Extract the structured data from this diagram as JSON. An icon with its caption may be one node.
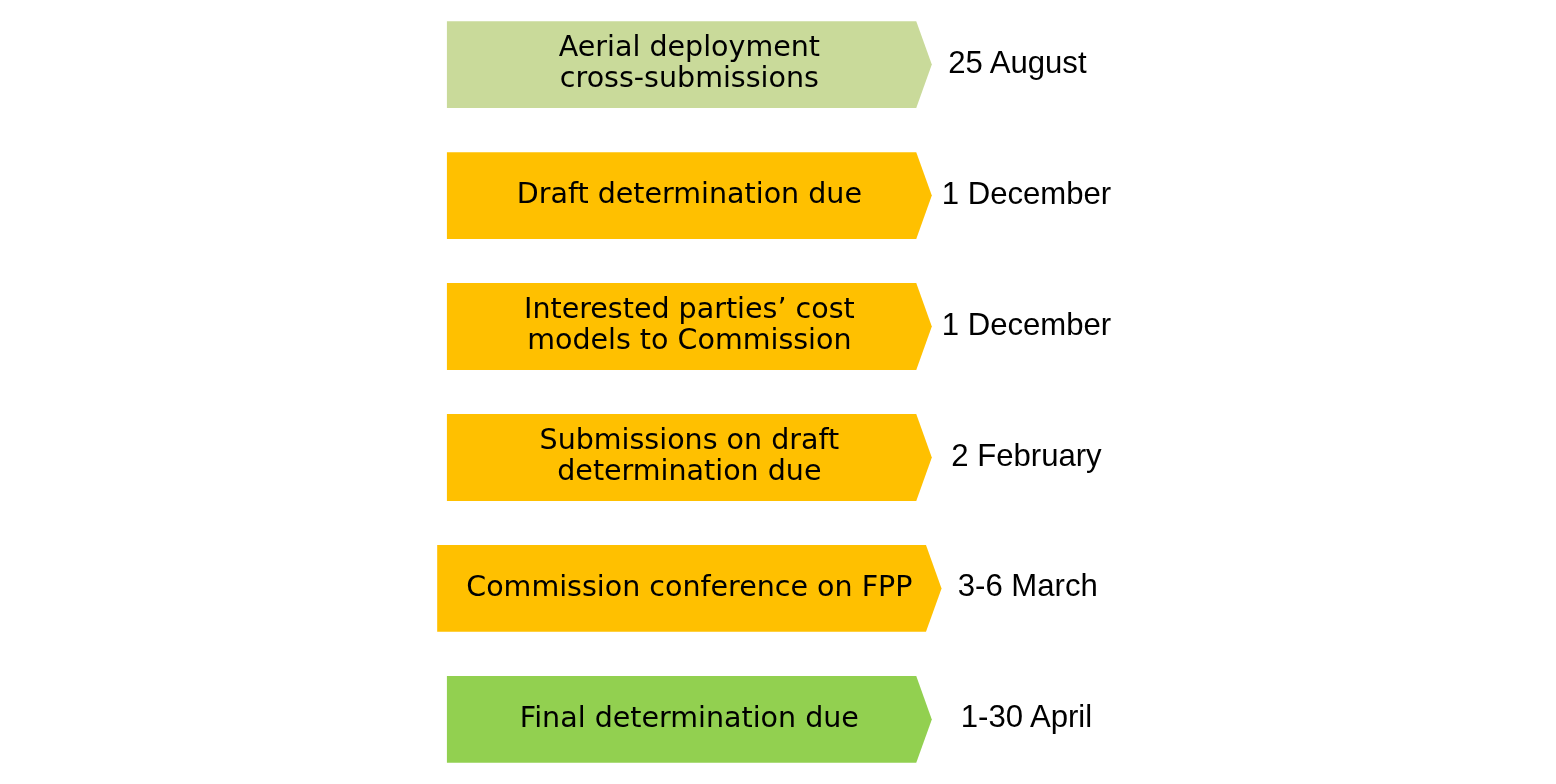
{
  "diagram": {
    "nodes": [
      {
        "text": [
          "Aerial deployment cross-submissions"
        ],
        "beside": [
          "25 August"
        ]
      },
      {
        "text": [
          "Draft determination due"
        ],
        "beside": [
          "1 December"
        ]
      },
      {
        "text": [
          "Interested parties’ cost models to Commission"
        ],
        "beside": [
          "1 December"
        ]
      },
      {
        "text": [
          "Submissions on draft determination due"
        ],
        "beside": [
          "2 February"
        ]
      },
      {
        "text": [
          "Commission conference on FPP"
        ],
        "beside": [
          "3-6 March"
        ]
      },
      {
        "text": [
          "Final determination due"
        ],
        "beside": [
          "1-30 April"
        ]
      }
    ]
  }
}
